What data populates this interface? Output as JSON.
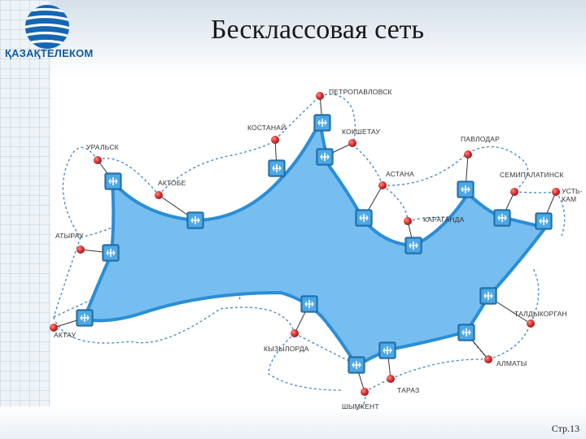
{
  "header": {
    "title": "Бесклассовая сеть",
    "logo_text": "ҚАЗАҚТЕЛЕКОМ"
  },
  "footer": {
    "page": "Стр.13"
  },
  "colors": {
    "network_fill": "#76bdf0",
    "network_stroke": "#2a8ed6",
    "router": "#2f8fcf",
    "node": "#c62828",
    "dashed_link": "#3a86c8"
  },
  "icons": {
    "router": "router-icon",
    "city_node": "city-node-icon"
  },
  "cities": [
    {
      "id": "petropavlovsk",
      "label": "ПЕТРОПАВЛОВСК"
    },
    {
      "id": "kostanai",
      "label": "КОСТАНАЙ"
    },
    {
      "id": "kokshetau",
      "label": "КОКШЕТАУ"
    },
    {
      "id": "pavlodar",
      "label": "ПАВЛОДАР"
    },
    {
      "id": "uralsk",
      "label": "УРАЛЬСК"
    },
    {
      "id": "aktobe",
      "label": "АКТОБЕ"
    },
    {
      "id": "astana",
      "label": "АСТАНА"
    },
    {
      "id": "semipalatinsk",
      "label": "СЕМИПАЛАТИНСК"
    },
    {
      "id": "ust_kam_1",
      "label": "УСТЬ-"
    },
    {
      "id": "ust_kam_2",
      "label": "КАМ"
    },
    {
      "id": "karaganda",
      "label": "КАРАГАНДА"
    },
    {
      "id": "atyrau",
      "label": "АТЫРАУ"
    },
    {
      "id": "taldykorgan",
      "label": "ТАЛДЫКОРГАН"
    },
    {
      "id": "aktau",
      "label": "АКТАУ"
    },
    {
      "id": "kyzylorda",
      "label": "КЫЗЫЛОРДА"
    },
    {
      "id": "almaty",
      "label": "АЛМАТЫ"
    },
    {
      "id": "taraz",
      "label": "ТАРАЗ"
    },
    {
      "id": "shymkent",
      "label": "ШЫМКЕНТ"
    }
  ]
}
